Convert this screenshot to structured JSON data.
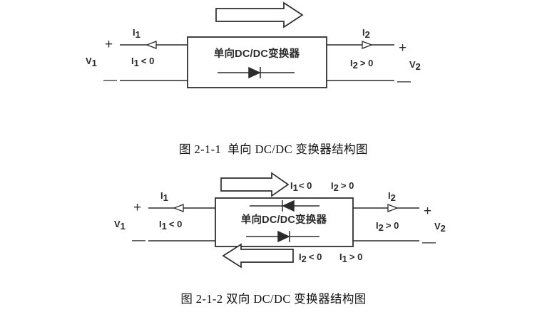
{
  "document": {
    "title": "单向与双向 DC/DC 变换器结构图",
    "background_color": "#ffffff",
    "ink_color": "#2b2b2b"
  },
  "figures": [
    {
      "id": "figure-2-1-1",
      "caption": "图 2-1-1  单向 DC/DC 变换器结构图",
      "block_label": "单向DC/DC变换器",
      "left_port": {
        "voltage": "V",
        "voltage_sub": "1",
        "plus": "+",
        "minus": "—",
        "current": "I",
        "current_sub": "1",
        "condition": "I",
        "condition_sub": "1",
        "condition_rel": "< 0",
        "arrow_direction": "left"
      },
      "right_port": {
        "voltage": "V",
        "voltage_sub": "2",
        "plus": "+",
        "minus": "—",
        "current": "I",
        "current_sub": "2",
        "condition": "I",
        "condition_sub": "2",
        "condition_rel": "> 0",
        "arrow_direction": "right"
      },
      "power_flow_arrows": [
        {
          "direction": "right",
          "position": "top",
          "labels": []
        }
      ],
      "internal_diodes": [
        {
          "direction": "right",
          "position": "below-label"
        }
      ]
    },
    {
      "id": "figure-2-1-2",
      "caption": "图 2-1-2 双向 DC/DC 变换器结构图",
      "block_label": "单向DC/DC变换器",
      "left_port": {
        "voltage": "V",
        "voltage_sub": "1",
        "plus": "+",
        "minus": "—",
        "current": "I",
        "current_sub": "1",
        "condition": "I",
        "condition_sub": "1",
        "condition_rel": "< 0",
        "arrow_direction": "left"
      },
      "right_port": {
        "voltage": "V",
        "voltage_sub": "2",
        "plus": "+",
        "minus": "—",
        "current": "I",
        "current_sub": "2",
        "condition": "I",
        "condition_sub": "2",
        "condition_rel": "> 0",
        "arrow_direction": "right"
      },
      "power_flow_arrows": [
        {
          "direction": "right",
          "position": "top",
          "labels": [
            {
              "sym": "I",
              "sub": "1",
              "rel": "< 0"
            },
            {
              "sym": "I",
              "sub": "2",
              "rel": "> 0"
            }
          ]
        },
        {
          "direction": "left",
          "position": "bottom",
          "labels": [
            {
              "sym": "I",
              "sub": "2",
              "rel": "< 0"
            },
            {
              "sym": "I",
              "sub": "1",
              "rel": "> 0"
            }
          ]
        }
      ],
      "internal_diodes": [
        {
          "direction": "left",
          "position": "above-label"
        },
        {
          "direction": "right",
          "position": "below-label"
        }
      ]
    }
  ]
}
